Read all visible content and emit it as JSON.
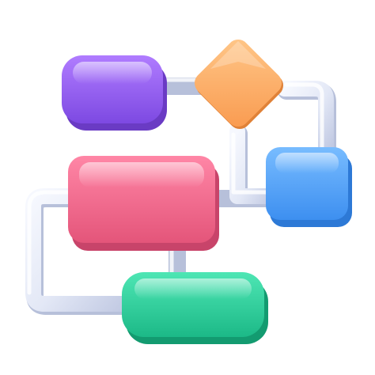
{
  "icon": {
    "name": "flowchart-3d-icon",
    "colors": {
      "background": "#ffffff",
      "connector": "#e6ebf8",
      "connector_shadow": "#b9c2dc",
      "purple_box": "#9a64f2",
      "orange_diamond": "#ffb46e",
      "blue_box": "#5aa7f8",
      "pink_box": "#f26c8e",
      "green_box": "#2fd39e"
    },
    "nodes": [
      {
        "id": "purple-rounded-box",
        "shape": "rounded-rectangle",
        "color": "purple"
      },
      {
        "id": "orange-diamond",
        "shape": "diamond",
        "color": "orange"
      },
      {
        "id": "blue-square",
        "shape": "rounded-square",
        "color": "blue"
      },
      {
        "id": "pink-rectangle",
        "shape": "rounded-rectangle",
        "color": "pink"
      },
      {
        "id": "green-pill",
        "shape": "pill",
        "color": "green"
      }
    ]
  }
}
